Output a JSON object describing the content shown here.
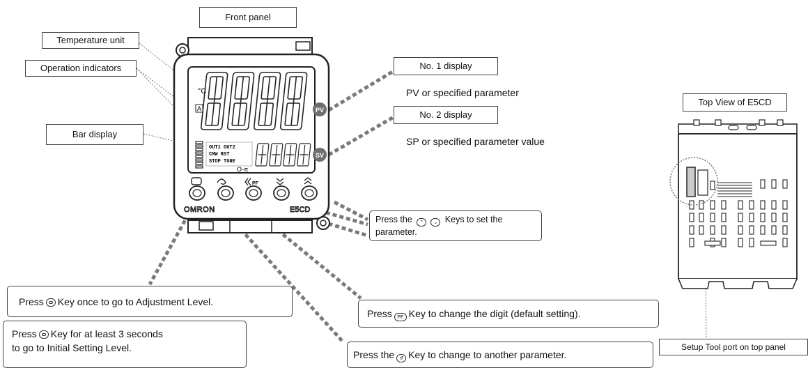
{
  "labels": {
    "front_panel": "Front panel",
    "temperature_unit": "Temperature unit",
    "operation_indicators": "Operation indicators",
    "bar_display": "Bar display",
    "no1_display": "No. 1 display",
    "no1_desc": "PV or specified parameter",
    "no2_display": "No. 2 display",
    "no2_desc": "SP or specified parameter value",
    "top_view": "Top View of E5CD",
    "setup_tool_port": "Setup Tool port on top panel"
  },
  "device": {
    "pv": "PV",
    "sv": "SV",
    "brand": "OMRON",
    "model": "E5CD",
    "unit_c": "°C",
    "unit_a": "A",
    "indicators_row1": "OUT1 OUT2",
    "indicators_row2": "CMW RST",
    "indicators_row3": "STOP TUNE",
    "key_pf": "PF"
  },
  "callouts": {
    "updown_a": "Press the",
    "updown_b": "Keys to set the",
    "updown_c": "parameter.",
    "once_a": "Press",
    "once_b": "Key once to go to Adjustment Level.",
    "hold_a": "Press",
    "hold_b": "Key for at least 3 seconds",
    "hold_c": "to go to Initial Setting Level.",
    "pf_a": "Press",
    "pf_b": "Key to change the digit (default setting).",
    "mode_a": "Press the",
    "mode_b": "Key to change to another parameter."
  },
  "colors": {
    "lead_dashed": "#7a7a7a",
    "outline": "#222222",
    "body_fill": "#ffffff",
    "pv_button": "#6e6e6e"
  }
}
